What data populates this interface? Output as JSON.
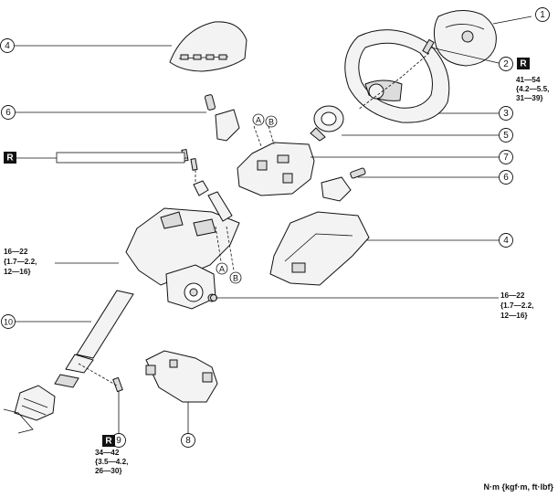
{
  "callouts": [
    {
      "num": "1"
    },
    {
      "num": "2"
    },
    {
      "num": "3"
    },
    {
      "num": "4"
    },
    {
      "num": "4"
    },
    {
      "num": "5"
    },
    {
      "num": "6"
    },
    {
      "num": "6"
    },
    {
      "num": "7"
    },
    {
      "num": "8"
    },
    {
      "num": "9"
    },
    {
      "num": "10"
    }
  ],
  "refs": {
    "a": "A",
    "b": "B",
    "a2": "A",
    "b2": "B"
  },
  "replace_marker": "R",
  "torque": {
    "steering_wheel": [
      "41—54",
      "{4.2—5.5,",
      "31—39}"
    ],
    "column_left": [
      "16—22",
      "{1.7—2.2,",
      "12—16}"
    ],
    "column_right": [
      "16—22",
      "{1.7—2.2,",
      "12—16}"
    ],
    "joint_bolt": [
      "34—42",
      "{3.5—4.2,",
      "26—30}"
    ]
  },
  "units": "N·m {kgf·m, ft·lbf}"
}
